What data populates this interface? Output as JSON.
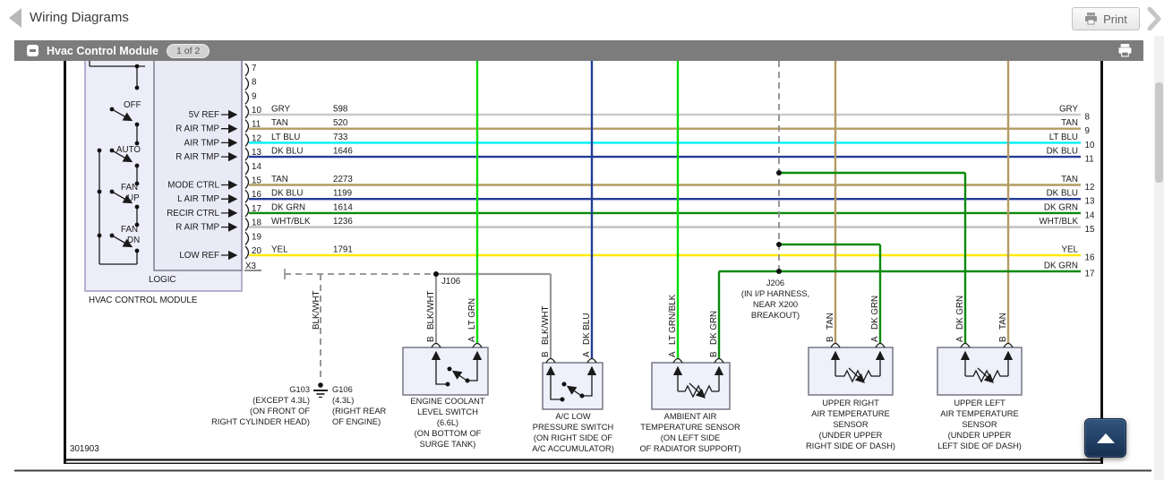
{
  "toolbar": {
    "title": "Wiring Diagrams",
    "print_label": "Print"
  },
  "section_header": {
    "title": "Hvac Control Module",
    "badge": "1 of 2"
  },
  "colors": {
    "GRY": "#c9c9c9",
    "TAN": "#b49b63",
    "LT BLU": "#00f0ff",
    "DK BLU": "#213c96",
    "DK GRN": "#0b8a0b",
    "LT GRN": "#00dc00",
    "LT GRN/BLK": "#00dc00",
    "WHT/BLK": "#bfbfbf",
    "YEL": "#ffeb00",
    "BLK/WHT": "#999999",
    "DASHED": "#8c8c8c"
  },
  "ui_colors": {
    "section_bar": "#7c7c7c",
    "scroll_button": "#1d3a5f",
    "badge_bg": "#d2d2d2"
  },
  "diagram": {
    "number": "301903",
    "module_name": "HVAC CONTROL MODULE",
    "logic_label": "LOGIC",
    "connector_label": "X3",
    "switch_labels": {
      "s1": "OFF",
      "s2": "AUTO",
      "s3": "FAN",
      "s4": "UP",
      "s5": "FAN",
      "s6": "DN"
    },
    "pins": [
      "7",
      "8",
      "9",
      "10",
      "11",
      "12",
      "13",
      "14",
      "15",
      "16",
      "17",
      "18",
      "19",
      "20"
    ],
    "rows": [
      {
        "pin": "10",
        "fn": "5V REF",
        "color": "GRY",
        "circuit": "598",
        "rcolor": "GRY",
        "rpin": "8"
      },
      {
        "pin": "11",
        "fn": "R AIR TMP",
        "color": "TAN",
        "circuit": "520",
        "rcolor": "TAN",
        "rpin": "9"
      },
      {
        "pin": "12",
        "fn": "AIR TMP",
        "color": "LT BLU",
        "circuit": "733",
        "rcolor": "LT BLU",
        "rpin": "10"
      },
      {
        "pin": "13",
        "fn": "R AIR TMP",
        "color": "DK BLU",
        "circuit": "1646",
        "rcolor": "DK BLU",
        "rpin": "11"
      },
      {
        "pin": "15",
        "fn": "MODE CTRL",
        "color": "TAN",
        "circuit": "2273",
        "rcolor": "TAN",
        "rpin": "12"
      },
      {
        "pin": "16",
        "fn": "L AIR TMP",
        "color": "DK BLU",
        "circuit": "1199",
        "rcolor": "DK BLU",
        "rpin": "13"
      },
      {
        "pin": "17",
        "fn": "RECIR CTRL",
        "color": "DK GRN",
        "circuit": "1614",
        "rcolor": "DK GRN",
        "rpin": "14"
      },
      {
        "pin": "18",
        "fn": "R AIR TMP",
        "color": "WHT/BLK",
        "circuit": "1236",
        "rcolor": "WHT/BLK",
        "rpin": "15"
      },
      {
        "pin": "20",
        "fn": "LOW REF",
        "color": "YEL",
        "circuit": "1791",
        "rcolor": "YEL",
        "rpin": "16"
      }
    ],
    "j206_feed": {
      "rcolor": "DK GRN",
      "rpin": "17"
    },
    "junctions": {
      "j106": "J106",
      "j206": [
        "J206",
        "(IN I/P HARNESS,",
        "NEAR X200",
        "BREAKOUT)"
      ]
    },
    "ground_wire_label": "BLK/WHT",
    "grounds": {
      "g103": [
        "G103",
        "(EXCEPT 4.3L)",
        "(ON FRONT OF",
        "RIGHT CYLINDER HEAD)"
      ],
      "g106": [
        "G106",
        "(4.3L)",
        "(RIGHT REAR",
        "OF ENGINE)"
      ]
    },
    "components": [
      {
        "lines": [
          "ENGINE COOLANT",
          "LEVEL SWITCH",
          "(6.6L)",
          "(ON BOTTOM OF",
          "SURGE TANK)"
        ],
        "terminals": [
          {
            "t": "B",
            "c": "BLK/WHT"
          },
          {
            "t": "A",
            "c": "LT GRN"
          }
        ]
      },
      {
        "lines": [
          "A/C LOW",
          "PRESSURE SWITCH",
          "(ON RIGHT SIDE OF",
          "A/C ACCUMULATOR)"
        ],
        "terminals": [
          {
            "t": "B",
            "c": "BLK/WHT"
          },
          {
            "t": "A",
            "c": "DK BLU"
          }
        ]
      },
      {
        "lines": [
          "AMBIENT AIR",
          "TEMPERATURE SENSOR",
          "(ON LEFT SIDE",
          "OF RADIATOR SUPPORT)"
        ],
        "terminals": [
          {
            "t": "A",
            "c": "LT GRN/BLK"
          },
          {
            "t": "B",
            "c": "DK GRN"
          }
        ]
      },
      {
        "lines": [
          "UPPER RIGHT",
          "AIR TEMPERATURE",
          "SENSOR",
          "(UNDER UPPER",
          "RIGHT SIDE OF DASH)"
        ],
        "terminals": [
          {
            "t": "B",
            "c": "TAN"
          },
          {
            "t": "A",
            "c": "DK GRN"
          }
        ]
      },
      {
        "lines": [
          "UPPER LEFT",
          "AIR TEMPERATURE",
          "SENSOR",
          "(UNDER UPPER",
          "LEFT SIDE OF DASH)"
        ],
        "terminals": [
          {
            "t": "A",
            "c": "DK GRN"
          },
          {
            "t": "B",
            "c": "TAN"
          }
        ]
      }
    ]
  }
}
